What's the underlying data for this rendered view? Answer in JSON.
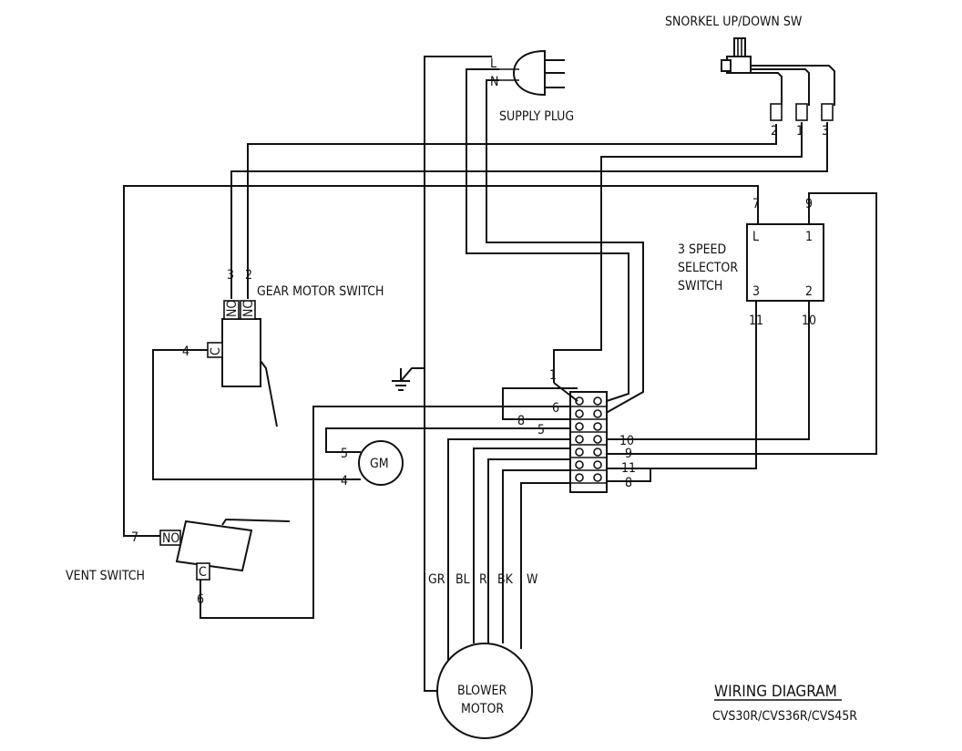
{
  "labels": {
    "snorkel_switch": "SNORKEL UP/DOWN SW",
    "supply_plug": "SUPPLY PLUG",
    "plug_line": "L",
    "plug_neutral": "N",
    "gear_motor_switch": "GEAR MOTOR SWITCH",
    "gear_no": "NO",
    "gear_nc": "NC",
    "gear_c": "C",
    "selector_line1": "3 SPEED",
    "selector_line2": "SELECTOR",
    "selector_line3": "SWITCH",
    "selector_L": "L",
    "selector_1": "1",
    "selector_2": "2",
    "selector_3": "3",
    "gm": "GM",
    "vent_switch": "VENT SWITCH",
    "vent_no": "NO",
    "vent_c": "C",
    "blower_line1": "BLOWER",
    "blower_line2": "MOTOR",
    "title": "WIRING DIAGRAM",
    "models": "CVS30R/CVS36R/CVS45R"
  },
  "wire_numbers": {
    "snorkel_2": "2",
    "snorkel_1": "1",
    "snorkel_3": "3",
    "gear_3": "3",
    "gear_2": "2",
    "gear_4": "4",
    "selector_7": "7",
    "selector_9": "9",
    "selector_11": "11",
    "selector_10": "10",
    "tb_1": "1",
    "tb_6": "6",
    "tb_8": "8",
    "tb_5": "5",
    "tb_10": "10",
    "tb_9": "9",
    "tb_11": "11",
    "tb_8b": "8",
    "gm_5": "5",
    "gm_4": "4",
    "vent_7": "7",
    "vent_6": "6"
  },
  "motor_leads": [
    "GR",
    "BL",
    "R",
    "BK",
    "W"
  ]
}
